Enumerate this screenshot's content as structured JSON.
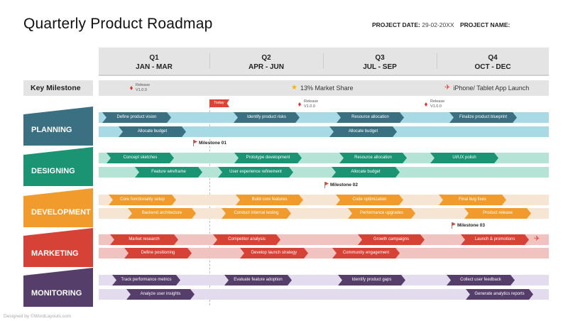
{
  "header": {
    "title": "Quarterly Product Roadmap",
    "project_date_label": "PROJECT DATE:",
    "project_date_value": "29-02-20XX",
    "project_name_label": "PROJECT NAME:",
    "project_name_value": ""
  },
  "quarters": [
    {
      "q": "Q1",
      "months": "JAN - MAR"
    },
    {
      "q": "Q2",
      "months": "APR - JUN"
    },
    {
      "q": "Q3",
      "months": "JUL - SEP"
    },
    {
      "q": "Q4",
      "months": "OCT - DEC"
    }
  ],
  "key_milestone": {
    "label": "Key Milestone",
    "release_q1": {
      "line1": "Release",
      "line2": "V1.0.0"
    },
    "market_share": "13% Market Share",
    "app_launch": "iPhone/ Tablet App Launch"
  },
  "releases": [
    {
      "line1": "Release",
      "line2": "V1.0.0"
    },
    {
      "line1": "Release",
      "line2": "V1.0.0"
    }
  ],
  "today_label": "Today",
  "milestones": [
    "Milestone 01",
    "Milestone 02",
    "Milestone 03"
  ],
  "lanes": {
    "planning": {
      "label": "PLANNING",
      "color": "#3b7082",
      "track": "#a8dae6",
      "row1": [
        "Define product vision",
        "Identify product risks",
        "Resource allocation",
        "Finalize product blueprint"
      ],
      "row2": [
        "Allocate budget",
        "Allocate budget"
      ]
    },
    "designing": {
      "label": "DESIGNING",
      "color": "#1a9473",
      "track": "#b5e3d6",
      "row1": [
        "Concept sketches",
        "Prototype development",
        "Resource allocation",
        "UI/UX polish"
      ],
      "row2": [
        "Feature wireframe",
        "User experience refinement",
        "Allocate budget"
      ]
    },
    "development": {
      "label": "DEVELOPMENT",
      "color": "#f19b2c",
      "track": "#f6e5d3",
      "row1": [
        "Core functionality setup",
        "Build core features",
        "Code optimization",
        "Final bug fixes"
      ],
      "row2": [
        "Backend architecture",
        "Conduct internal testing",
        "Performance upgrades",
        "Product release"
      ]
    },
    "marketing": {
      "label": "MARKETING",
      "color": "#d64236",
      "track": "#f0c3c1",
      "row1": [
        "Market research",
        "Competitor analysis",
        "Growth campaigns",
        "Launch & promotions"
      ],
      "row2": [
        "Define positioning",
        "Develop launch strategy",
        "Community engagement"
      ]
    },
    "monitoring": {
      "label": "MONITORING",
      "color": "#553e69",
      "track": "#e3dcee",
      "row1": [
        "Track performance metrics",
        "Evaluate feature adoption",
        "Identify product gaps",
        "Collect user feedback"
      ],
      "row2": [
        "Analyze user insights",
        "Generate analytics reports"
      ]
    }
  },
  "footer": "Designed by ©WordLayouts.com"
}
